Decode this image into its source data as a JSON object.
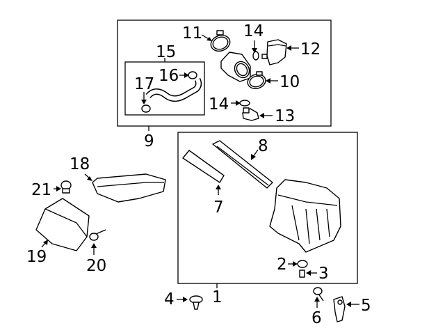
{
  "diagram": {
    "title": "Air intake / air cleaner assembly parts diagram",
    "callouts": [
      "1",
      "2",
      "3",
      "4",
      "5",
      "6",
      "7",
      "8",
      "9",
      "10",
      "11",
      "12",
      "13",
      "14",
      "14",
      "15",
      "16",
      "17",
      "18",
      "19",
      "20",
      "21"
    ]
  }
}
